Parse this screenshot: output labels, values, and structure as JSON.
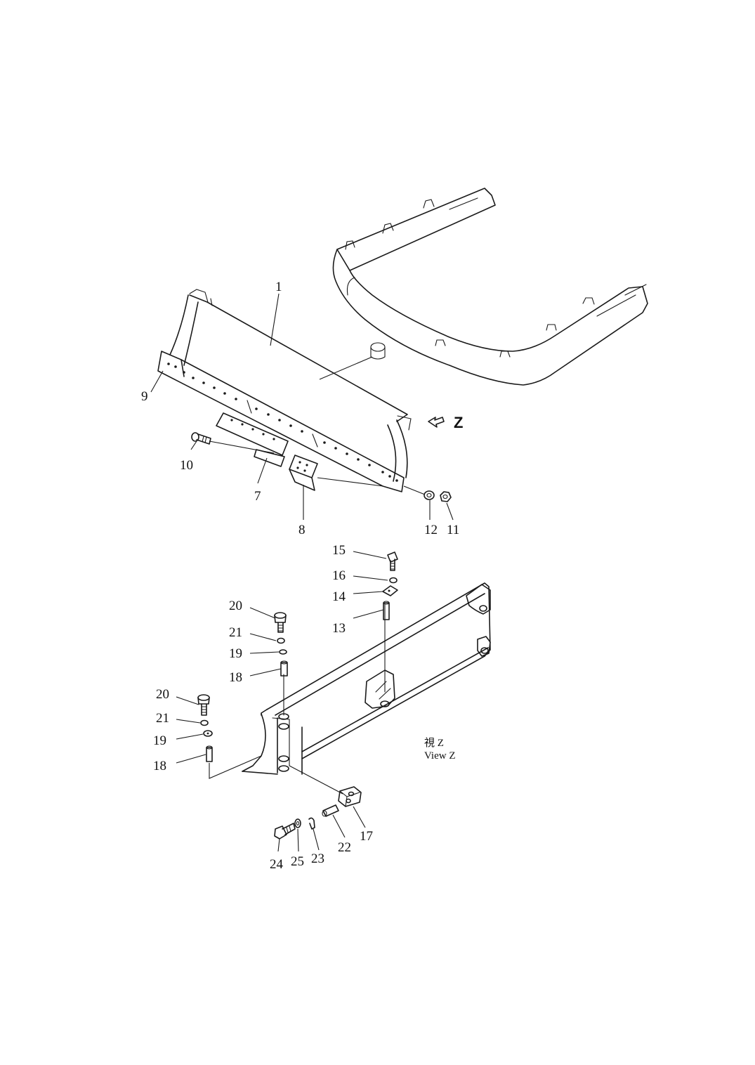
{
  "diagram": {
    "callouts": [
      "1",
      "9",
      "10",
      "7",
      "8",
      "12",
      "11",
      "15",
      "16",
      "14",
      "13",
      "20",
      "21",
      "19",
      "18",
      "20",
      "21",
      "19",
      "18",
      "17",
      "22",
      "23",
      "25",
      "24"
    ],
    "view_marker": "Z",
    "view_caption_cn": "視 Z",
    "view_caption_en": "View Z"
  }
}
